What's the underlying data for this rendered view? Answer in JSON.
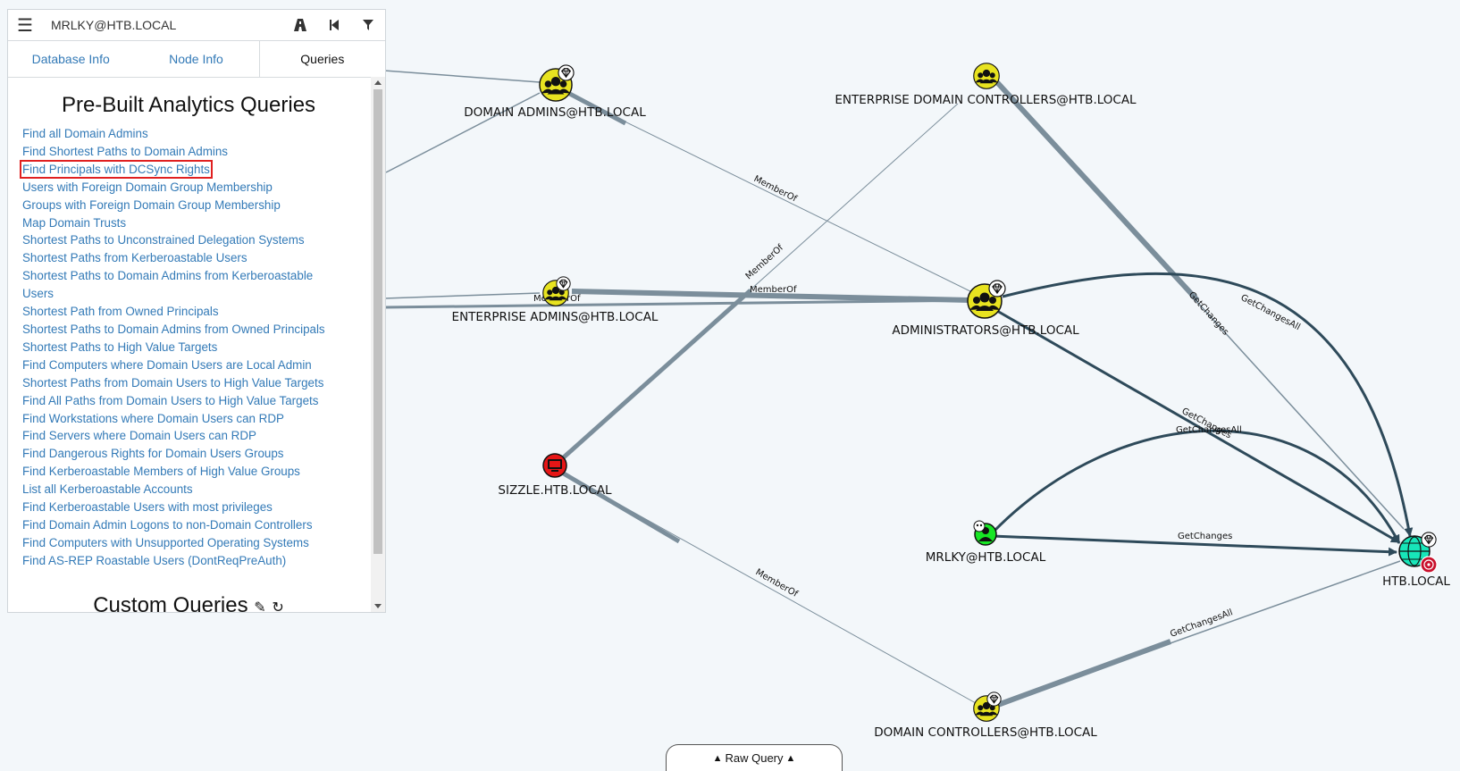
{
  "search": {
    "value": "MRLKY@HTB.LOCAL"
  },
  "toolbar": {
    "menu_icon": "hamburger-icon",
    "pathfinding_icon": "road-icon",
    "back_icon": "step-backward-icon",
    "filter_icon": "filter-icon"
  },
  "tabs": [
    {
      "label": "Database Info"
    },
    {
      "label": "Node Info"
    },
    {
      "label": "Queries",
      "active": true
    }
  ],
  "queries_panel": {
    "title": "Pre-Built Analytics Queries",
    "items": [
      "Find all Domain Admins",
      "Find Shortest Paths to Domain Admins",
      "Find Principals with DCSync Rights",
      "Users with Foreign Domain Group Membership",
      "Groups with Foreign Domain Group Membership",
      "Map Domain Trusts",
      "Shortest Paths to Unconstrained Delegation Systems",
      "Shortest Paths from Kerberoastable Users",
      "Shortest Paths to Domain Admins from Kerberoastable Users",
      "Shortest Path from Owned Principals",
      "Shortest Paths to Domain Admins from Owned Principals",
      "Shortest Paths to High Value Targets",
      "Find Computers where Domain Users are Local Admin",
      "Shortest Paths from Domain Users to High Value Targets",
      "Find All Paths from Domain Users to High Value Targets",
      "Find Workstations where Domain Users can RDP",
      "Find Servers where Domain Users can RDP",
      "Find Dangerous Rights for Domain Users Groups",
      "Find Kerberoastable Members of High Value Groups",
      "List all Kerberoastable Accounts",
      "Find Kerberoastable Users with most privileges",
      "Find Domain Admin Logons to non-Domain Controllers",
      "Find Computers with Unsupported Operating Systems",
      "Find AS-REP Roastable Users (DontReqPreAuth)"
    ],
    "selected_index": 2,
    "custom_title": "Custom Queries"
  },
  "graph": {
    "nodes": {
      "domain_admins": "DOMAIN ADMINS@HTB.LOCAL",
      "enterprise_dcs": "ENTERPRISE DOMAIN CONTROLLERS@HTB.LOCAL",
      "enterprise_admins": "ENTERPRISE ADMINS@HTB.LOCAL",
      "administrators": "ADMINISTRATORS@HTB.LOCAL",
      "sizzle": "SIZZLE.HTB.LOCAL",
      "mrlky": "MRLKY@HTB.LOCAL",
      "htb_local": "HTB.LOCAL",
      "domain_controllers": "DOMAIN CONTROLLERS@HTB.LOCAL"
    },
    "edge_labels": {
      "memberof": "MemberOf",
      "getchanges": "GetChanges",
      "getchangesall": "GetChangesAll"
    },
    "colors": {
      "group": "#e8e320",
      "user_owned": "#17e625",
      "computer": "#e61616",
      "domain": "#17e6b9",
      "edge_light": "#7b8e9b",
      "edge_dark": "#2e4a5a"
    }
  },
  "raw_query": {
    "label": "Raw Query"
  }
}
